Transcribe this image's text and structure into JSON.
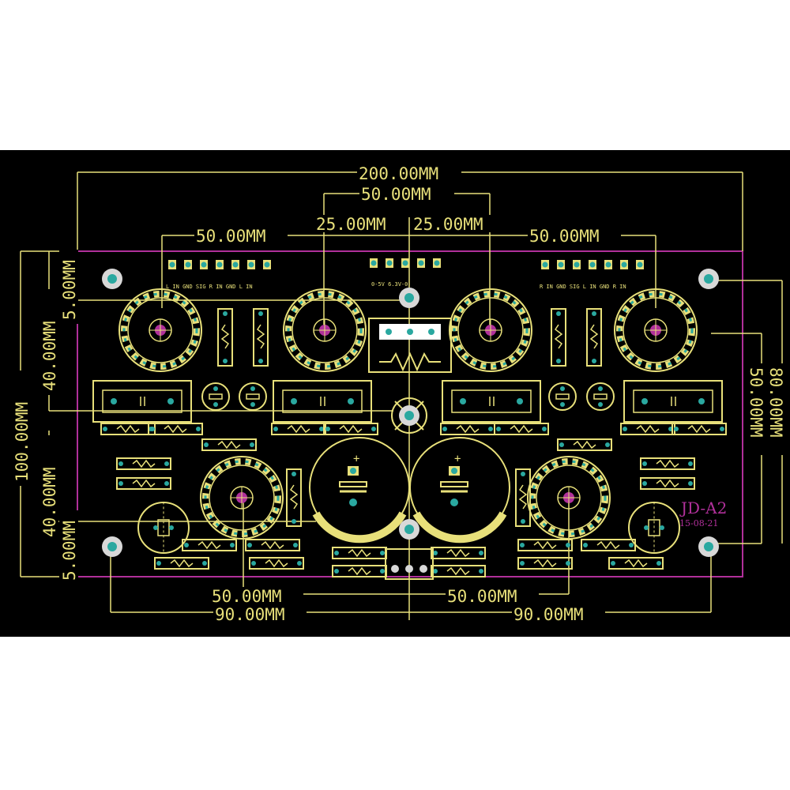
{
  "title": "PCB layout",
  "colors": {
    "background": "#000000",
    "board_outline": "#b0309a",
    "silkscreen": "#e8e07a",
    "pad": "#2aa8a0",
    "mount_hole": "#d8d8d8"
  },
  "dimensions": {
    "top_overall": "200.00MM",
    "top_center": "50.00MM",
    "top_left": "50.00MM",
    "top_mid_left": "25.00MM",
    "top_mid_right": "25.00MM",
    "top_right": "50.00MM",
    "left_overall": "100.00MM",
    "left_upper": "40.00MM",
    "left_upper_margin": "5.00MM",
    "left_lower": "40.00MM",
    "left_lower_margin": "5.00MM",
    "right_outer": "80.00MM",
    "right_inner": "50.00MM",
    "bottom_left_inner": "50.00MM",
    "bottom_right_inner": "50.00MM",
    "bottom_left_outer": "90.00MM",
    "bottom_right_outer": "90.00MM"
  },
  "connectors": {
    "left_labels": "L IN  GND  SIG  R IN  GND  L IN",
    "center_labels": "0-5V  6.3V-0",
    "right_labels": "R IN  GND  SIG  L IN  GND  R IN"
  },
  "board": {
    "name": "JD-A2",
    "date": "15-08-21"
  }
}
